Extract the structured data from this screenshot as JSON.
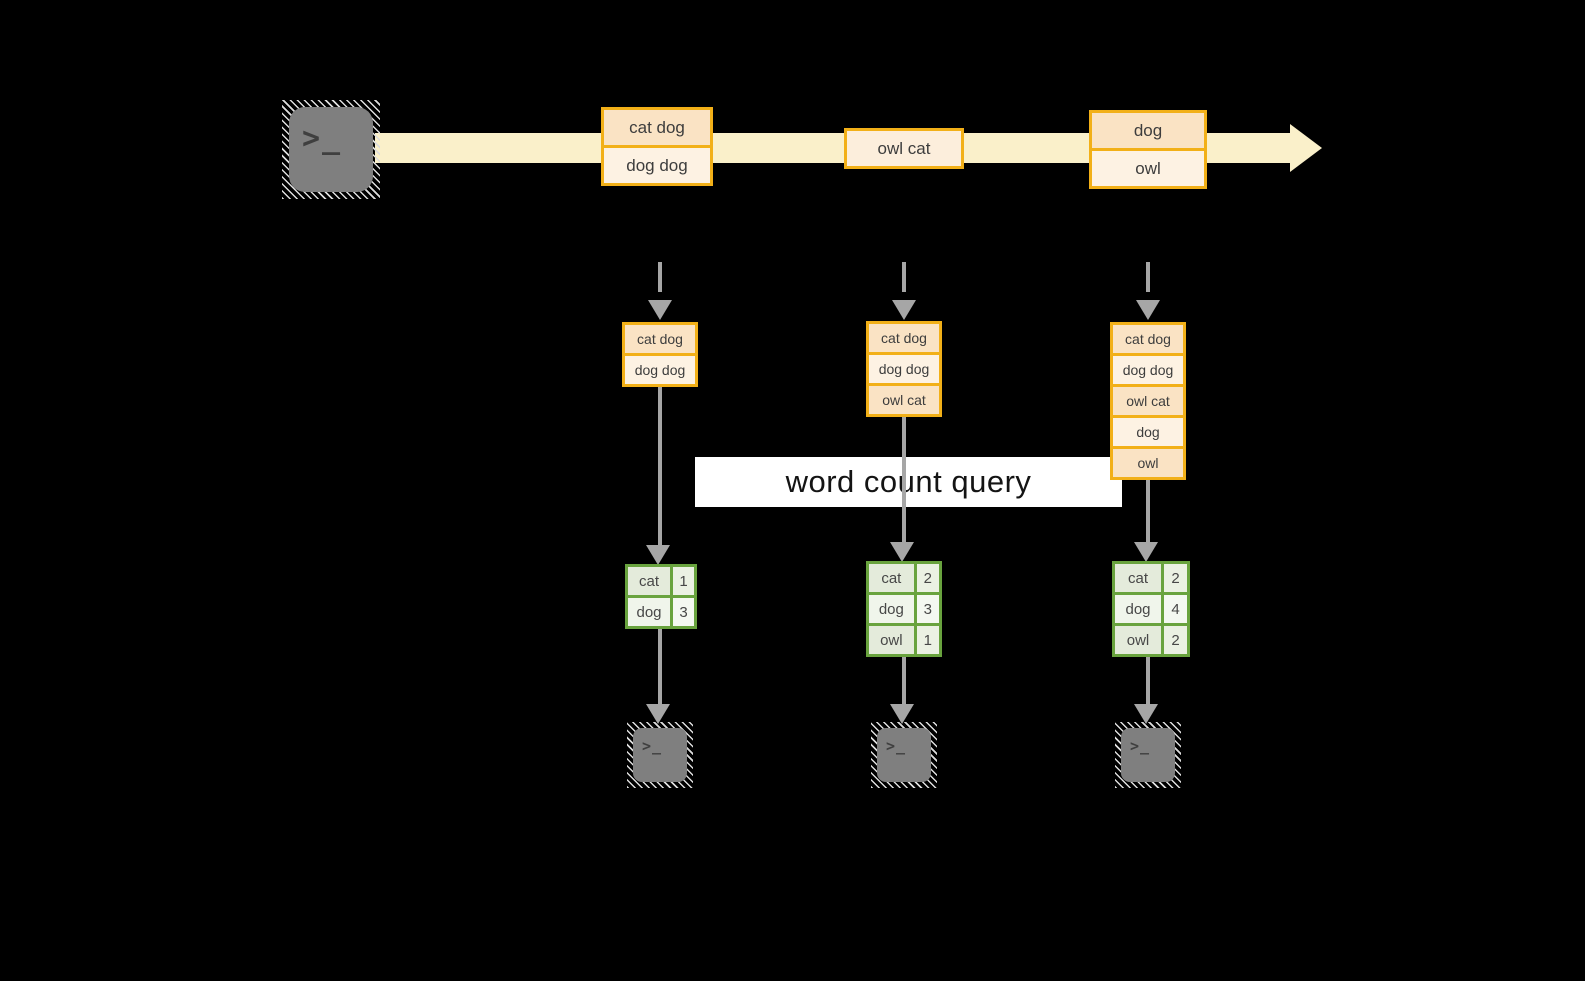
{
  "query_label": "word count query",
  "stream": {
    "batches": [
      {
        "lines": [
          "cat dog",
          "dog dog"
        ]
      },
      {
        "lines": [
          "owl cat"
        ]
      },
      {
        "lines": [
          "dog",
          "owl"
        ]
      }
    ]
  },
  "columns": [
    {
      "state": [
        "cat dog",
        "dog dog"
      ],
      "counts": [
        {
          "word": "cat",
          "count": "1"
        },
        {
          "word": "dog",
          "count": "3"
        }
      ]
    },
    {
      "state": [
        "cat dog",
        "dog dog",
        "owl cat"
      ],
      "counts": [
        {
          "word": "cat",
          "count": "2"
        },
        {
          "word": "dog",
          "count": "3"
        },
        {
          "word": "owl",
          "count": "1"
        }
      ]
    },
    {
      "state": [
        "cat dog",
        "dog dog",
        "owl cat",
        "dog",
        "owl"
      ],
      "counts": [
        {
          "word": "cat",
          "count": "2"
        },
        {
          "word": "dog",
          "count": "4"
        },
        {
          "word": "owl",
          "count": "2"
        }
      ]
    }
  ],
  "icons": {
    "source_terminal": "terminal-icon",
    "sink_terminal": "terminal-icon",
    "prompt": ">_"
  },
  "colors": {
    "amber": "#F2B018",
    "peach_dark": "#FAE3C4",
    "peach_light": "#FDF2E3",
    "peach_mid": "#FCEEDC",
    "cream": "#FAF0CA",
    "green": "#69A33E",
    "sage": "#E4EBDB",
    "sage_light": "#F0F5EB",
    "arrow_gray": "#A6A6A6",
    "terminal_gray": "#7F7F7F",
    "text_dark": "#3D3D3D",
    "query_text": "#141414",
    "white": "#FFFFFF"
  }
}
